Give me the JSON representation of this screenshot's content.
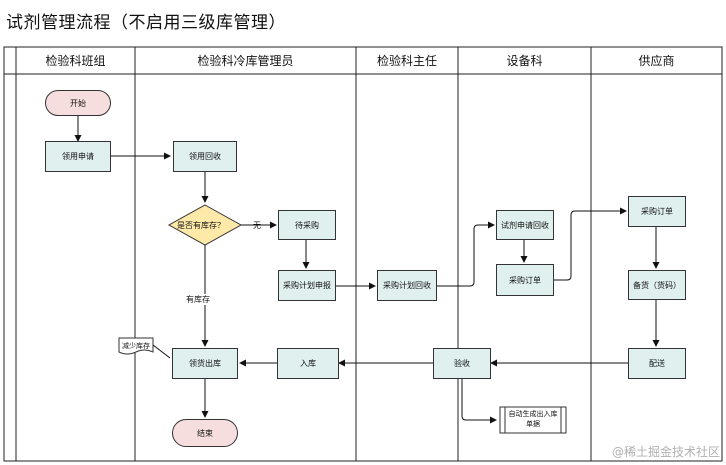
{
  "title": "试剂管理流程（不启用三级库管理）",
  "lanes": [
    "检验科班组",
    "检验科冷库管理员",
    "检验科主任",
    "设备科",
    "供应商"
  ],
  "nodes": {
    "start": "开始",
    "apply": "领用申请",
    "receive_collect": "领用回收",
    "decision": "是否有库存？",
    "to_purchase": "待采购",
    "purchase_plan": "采购计划申报",
    "director_review": "采购计划回收",
    "reagent_review": "试剂申请回收",
    "order": "采购订单",
    "supplier_order": "采购订单",
    "prepare": "备货（货码）",
    "deliver": "配送",
    "accept": "验收",
    "stock_in": "入库",
    "stock_out": "领货出库",
    "end": "结束",
    "auto_doc": "自动生成出入库单据",
    "reduce_doc": "减少库存"
  },
  "edge_labels": {
    "no": "无",
    "yes": "有库存"
  },
  "watermark": "@稀土掘金技术社区"
}
